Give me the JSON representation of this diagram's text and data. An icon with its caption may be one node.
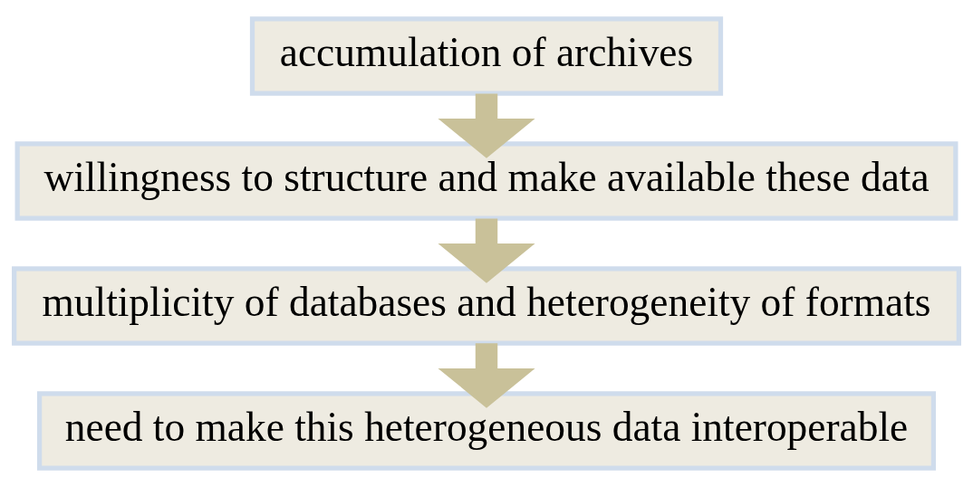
{
  "diagram": {
    "nodes": [
      {
        "text": [
          "accumulation of archives"
        ]
      },
      {
        "text": [
          "willingness to structure and make available these data"
        ]
      },
      {
        "text": [
          "multiplicity of databases and heterogeneity of formats"
        ]
      },
      {
        "text": [
          "need to make this heterogeneous data interoperable"
        ]
      }
    ],
    "edges": [
      {
        "from": 0,
        "to": 1,
        "arrow": "to"
      },
      {
        "from": 1,
        "to": 2,
        "arrow": "to"
      },
      {
        "from": 2,
        "to": 3,
        "arrow": "to"
      }
    ]
  }
}
